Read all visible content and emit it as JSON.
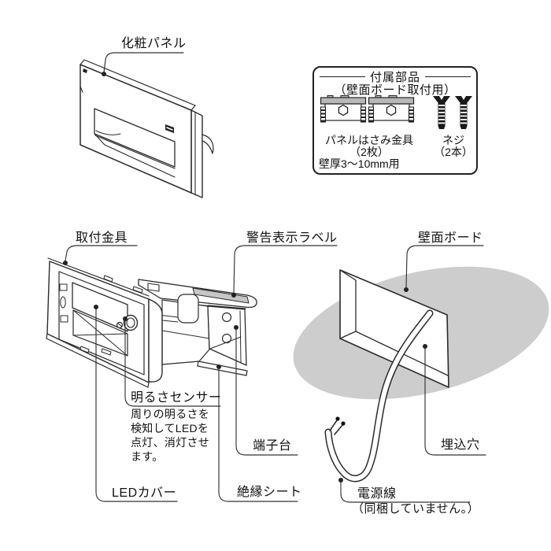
{
  "figure": {
    "background": "#ffffff",
    "line_color": "#2b2b2b",
    "shade_color": "#cdcdcd",
    "labels": {
      "decorative_panel": "化粧パネル",
      "mounting_bracket": "取付金具",
      "warning_label": "警告表示ラベル",
      "wall_board": "壁面ボード",
      "brightness_sensor": "明るさセンサー",
      "sensor_description_line1": "周りの明るさを",
      "sensor_description_line2": "検知してLEDを",
      "sensor_description_line3": "点灯、消灯させ",
      "sensor_description_line4": "ます。",
      "led_cover": "LEDカバー",
      "terminal_block": "端子台",
      "insulation_sheet": "絶縁シート",
      "embedded_hole": "埋込穴",
      "power_cable": "電源線",
      "power_cable_note": "（同梱していません。）"
    },
    "accessories_box": {
      "title": "付属部品",
      "subtitle": "（壁面ボード取付用）",
      "clamp_label": "パネルはさみ金具",
      "clamp_quantity": "（2枚）",
      "screw_label": "ネジ",
      "screw_quantity": "（2本）",
      "wall_thickness_note": "壁厚3〜10mm用"
    }
  }
}
